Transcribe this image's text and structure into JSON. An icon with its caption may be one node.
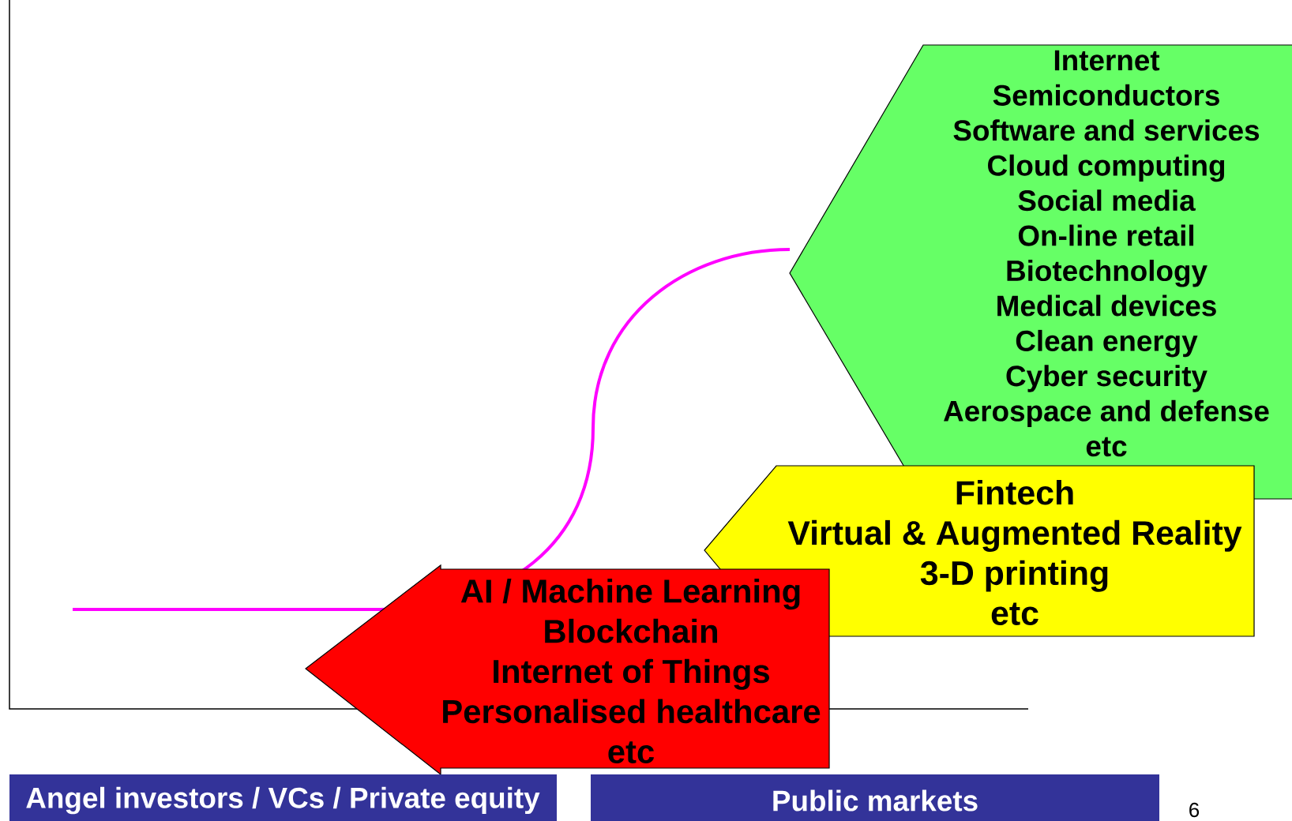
{
  "diagram": {
    "nodes": [
      {
        "text": [
          "Internet",
          "Semiconductors",
          "Software and services",
          "Cloud computing",
          "Social media",
          "On-line retail",
          "Biotechnology",
          "Medical devices",
          "Clean energy",
          "Cyber security",
          "Aerospace and defense",
          "etc"
        ]
      },
      {
        "text": [
          "Fintech",
          "Virtual & Augmented Reality",
          "3-D printing",
          "etc"
        ]
      },
      {
        "text": [
          "AI / Machine Learning",
          "Blockchain",
          "Internet of Things",
          "Personalised healthcare",
          "etc"
        ]
      },
      {
        "text": [
          "Angel investors / VCs / Private equity"
        ]
      },
      {
        "text": [
          "Public markets"
        ]
      }
    ],
    "labels": [
      "6"
    ]
  }
}
